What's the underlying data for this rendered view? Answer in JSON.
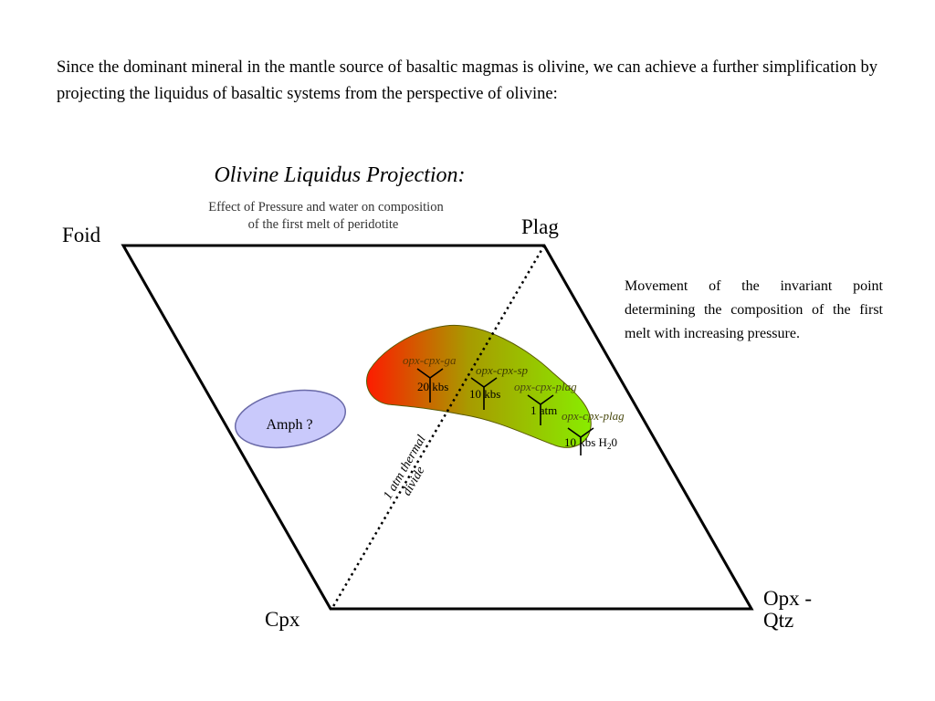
{
  "intro_text": "Since the dominant mineral in the mantle source of basaltic magmas is olivine, we can achieve a further simplification by projecting the liquidus of basaltic systems from the perspective of olivine:",
  "diagram": {
    "title": "Olivine Liquidus Projection:",
    "subtitle_line1": "Effect of Pressure and water on composition",
    "subtitle_line2": "of the first melt of peridotite",
    "vertices": {
      "foid": "Foid",
      "plag": "Plag",
      "cpx": "Cpx",
      "opx_line1": "Opx -",
      "opx_line2": "Qtz"
    },
    "amph_label": "Amph ?",
    "thermal_divide_line1": "1 atm thermal",
    "thermal_divide_line2": "divide",
    "invariant_points": [
      {
        "assemblage": "opx-cpx-ga",
        "pressure": "20 kbs"
      },
      {
        "assemblage": "opx-cpx-sp",
        "pressure": "10 kbs"
      },
      {
        "assemblage": "opx-cpx-plag",
        "pressure": "1 atm"
      },
      {
        "assemblage": "opx-cpx-plag",
        "pressure_prefix": "10 kbs H",
        "pressure_sub": "2",
        "pressure_suffix": "0"
      }
    ],
    "colors": {
      "melt_region_start": "#ff1a00",
      "melt_region_mid": "#a89a00",
      "melt_region_end": "#88ee00",
      "amph_fill": "#c9c9fb",
      "amph_stroke": "#6a6aa8"
    }
  },
  "side_note": "Movement of the invariant point determining the composition of the first melt with increasing pressure."
}
